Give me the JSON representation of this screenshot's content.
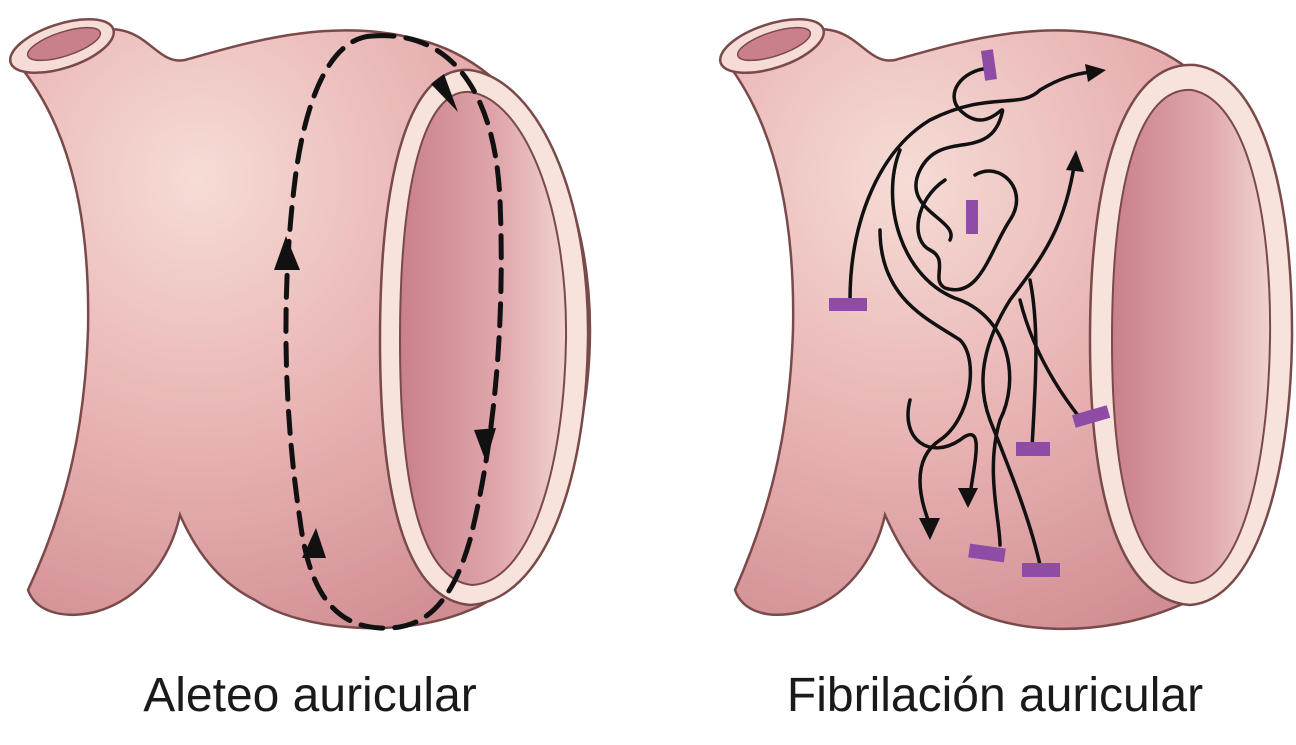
{
  "panels": [
    {
      "caption": "Aleteo auricular"
    },
    {
      "caption": "Fibrilación auricular"
    }
  ],
  "colors": {
    "atrium_fill": "#e9b5b5",
    "atrium_stroke": "#7a4a4a",
    "chamber_inner": "#d7959c",
    "rim": "#f7e3dc",
    "pathway": "#111111",
    "ectopic_focus": "#8e4ca6"
  },
  "icons": [
    "arrowhead",
    "ectopic-focus-bar"
  ]
}
